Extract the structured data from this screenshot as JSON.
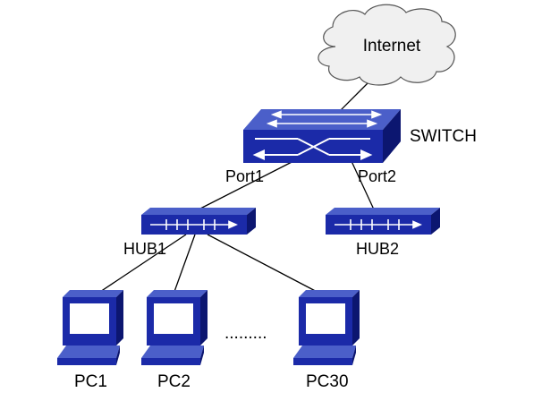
{
  "nodes": {
    "internet": {
      "label": "Internet",
      "icon": "cloud-icon"
    },
    "switch": {
      "label": "SWITCH",
      "icon": "switch-icon"
    },
    "hub1": {
      "label": "HUB1",
      "icon": "hub-icon"
    },
    "hub2": {
      "label": "HUB2",
      "icon": "hub-icon"
    },
    "pc1": {
      "label": "PC1",
      "icon": "computer-icon"
    },
    "pc2": {
      "label": "PC2",
      "icon": "computer-icon"
    },
    "pc30": {
      "label": "PC30",
      "icon": "computer-icon"
    }
  },
  "ports": {
    "port1": "Port1",
    "port2": "Port2"
  },
  "ellipsis": ".........",
  "colors": {
    "device_top": "#4b5fc9",
    "device_front": "#1b2aa8",
    "device_side": "#0c1670",
    "cloud_fill": "#f0f0f0",
    "cloud_stroke": "#555555",
    "screen": "#ffffff"
  }
}
